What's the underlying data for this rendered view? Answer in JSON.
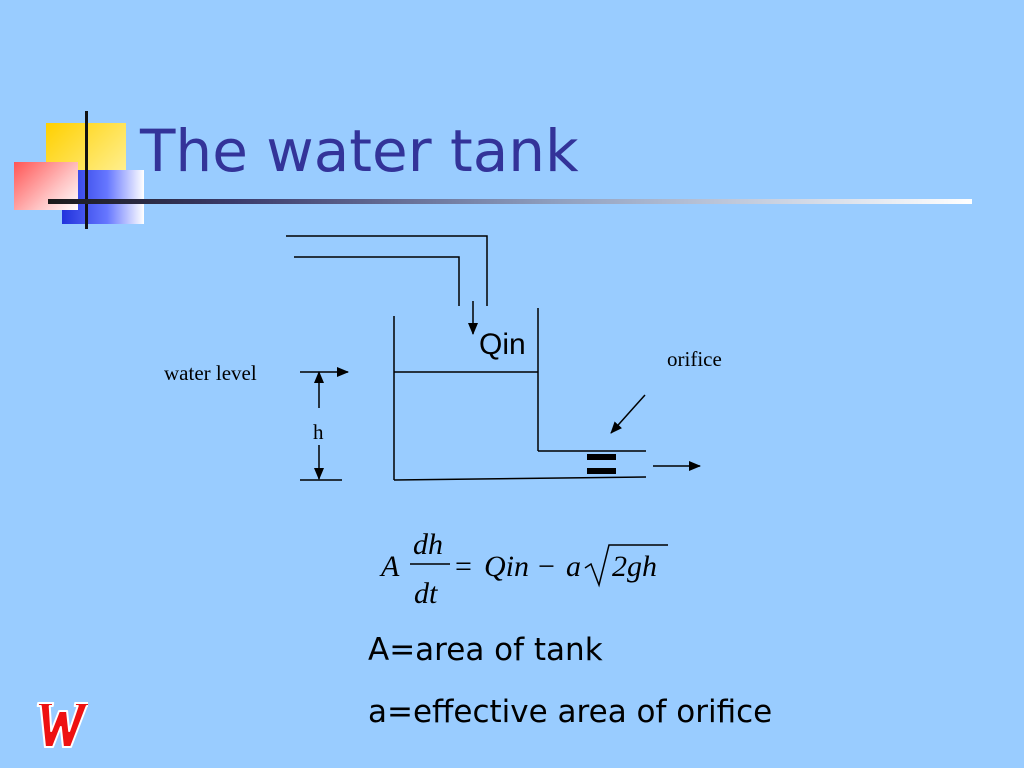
{
  "slide": {
    "title": "The water tank"
  },
  "diagram": {
    "inflow_label": "Qin",
    "water_level_label": "water level",
    "height_label": "h",
    "orifice_label": "orifice"
  },
  "equation": {
    "A": "A",
    "num": "dh",
    "den": "dt",
    "eq": "=",
    "qin": "Qin",
    "minus": "−",
    "a": "a",
    "radicand": "2gh"
  },
  "definitions": {
    "area_of_tank": "A=area of tank",
    "area_of_orifice": "a=effective area of orifice"
  },
  "colors": {
    "background": "#99ccff",
    "title": "#333399",
    "logo": "#ee1111"
  },
  "logo_icon": "wisconsin-w-logo"
}
